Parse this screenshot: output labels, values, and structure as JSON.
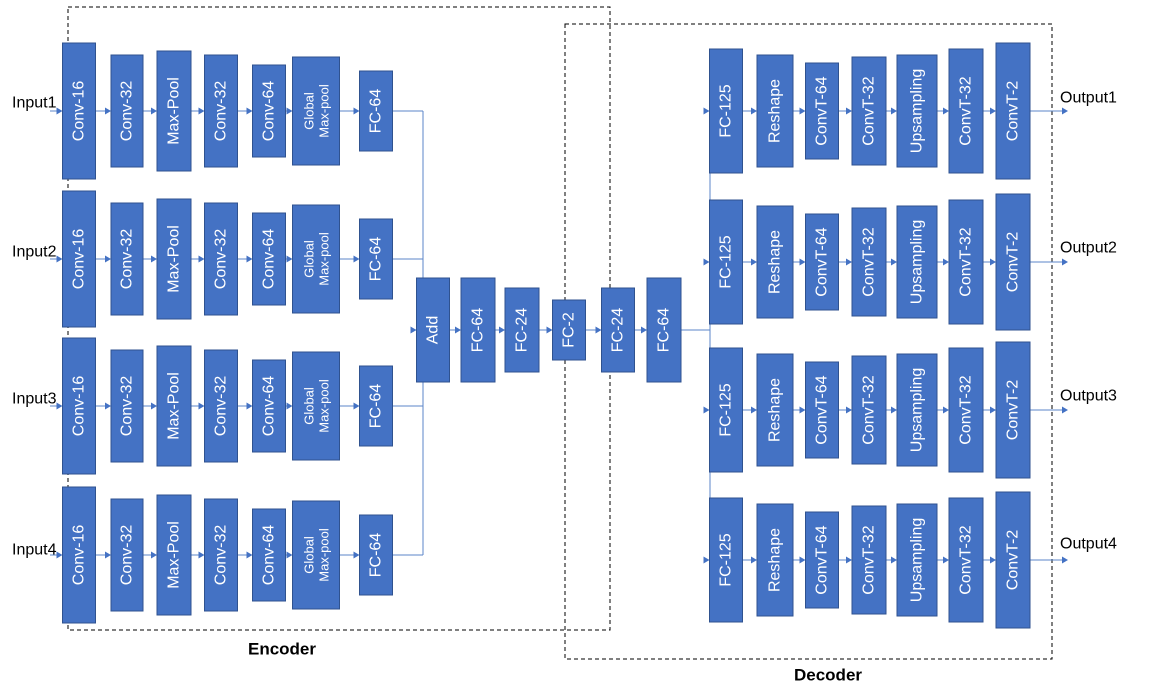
{
  "sections": {
    "encoder": "Encoder",
    "decoder": "Decoder"
  },
  "inputs": [
    "Input1",
    "Input2",
    "Input3",
    "Input4"
  ],
  "outputs": [
    "Output1",
    "Output2",
    "Output3",
    "Output4"
  ],
  "encoder_branch": [
    {
      "label": "Conv-16"
    },
    {
      "label": "Conv-32"
    },
    {
      "label": "Max-Pool"
    },
    {
      "label": "Conv-32"
    },
    {
      "label": "Conv-64"
    },
    {
      "label": "Global\nMax-pool"
    },
    {
      "label": "FC-64"
    }
  ],
  "bottleneck": [
    {
      "label": "Add"
    },
    {
      "label": "FC-64"
    },
    {
      "label": "FC-24"
    },
    {
      "label": "FC-2"
    },
    {
      "label": "FC-24"
    },
    {
      "label": "FC-64"
    }
  ],
  "decoder_branch": [
    {
      "label": "FC-125"
    },
    {
      "label": "Reshape"
    },
    {
      "label": "ConvT-64"
    },
    {
      "label": "ConvT-32"
    },
    {
      "label": "Upsampling"
    },
    {
      "label": "ConvT-32"
    },
    {
      "label": "ConvT-2"
    }
  ],
  "colors": {
    "block_fill": "#4472c4",
    "block_stroke": "#2f528f",
    "edge": "#5b86c8",
    "text": "#ffffff"
  }
}
